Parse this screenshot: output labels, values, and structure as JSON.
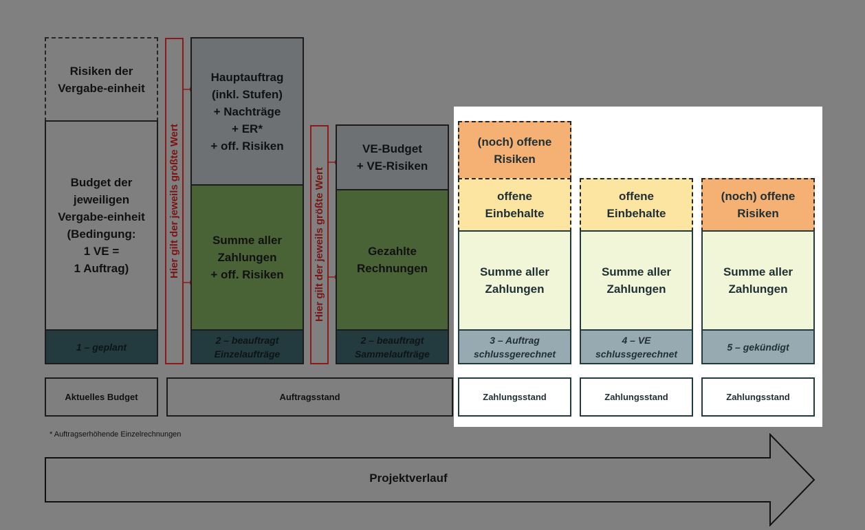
{
  "colors": {
    "background": "#808080",
    "grey_box": "#7f7f7f",
    "dark_grey": "#6d7174",
    "green": "#4a6336",
    "label_dark": "#233a3e",
    "label_light": "#98aab1",
    "orange": "#f4b173",
    "yellow": "#fce5a0",
    "pale_green": "#f1f6d8",
    "white_panel": "#ffffff",
    "arrow_fill": "#7f7f7f",
    "red_text": "#7c1414"
  },
  "col1": {
    "risks": "Risiken der\nVergabe-einheit",
    "budget": "Budget der\njeweiligen\nVergabe-einheit\n(Bedingung:\n1 VE =\n1 Auftrag)",
    "label": "1 – geplant"
  },
  "vertical_note_1": "Hier gilt der jeweils größte Wert",
  "col2": {
    "top": "Hauptauftrag\n(inkl. Stufen)\n+ Nachträge\n+ ER*\n+ off. Risiken",
    "bottom": "Summe aller\nZahlungen\n+ off. Risiken",
    "label": "2 – beauftragt\nEinzelaufträge"
  },
  "vertical_note_2": "Hier gilt der jeweils größte Wert",
  "col3": {
    "top": "VE-Budget\n+ VE-Risiken",
    "bottom": "Gezahlte\nRechnungen",
    "label": "2 – beauftragt\nSammelaufträge"
  },
  "col4": {
    "risks": "(noch) offene\nRisiken",
    "retentions": "offene\nEinbehalte",
    "payments": "Summe aller\nZahlungen",
    "label": "3 – Auftrag\nschlussgerechnet"
  },
  "col5": {
    "retentions": "offene\nEinbehalte",
    "payments": "Summe aller\nZahlungen",
    "label": "4 – VE\nschlussgerechnet"
  },
  "col6": {
    "risks": "(noch) offene\nRisiken",
    "payments": "Summe aller\nZahlungen",
    "label": "5 – gekündigt"
  },
  "footer": {
    "budget": "Aktuelles Budget",
    "order": "Auftragsstand",
    "payment4": "Zahlungsstand",
    "payment5": "Zahlungsstand",
    "payment6": "Zahlungsstand"
  },
  "footnote": "* Auftragserhöhende Einzelrechnungen",
  "arrow_label": "Projektverlauf"
}
